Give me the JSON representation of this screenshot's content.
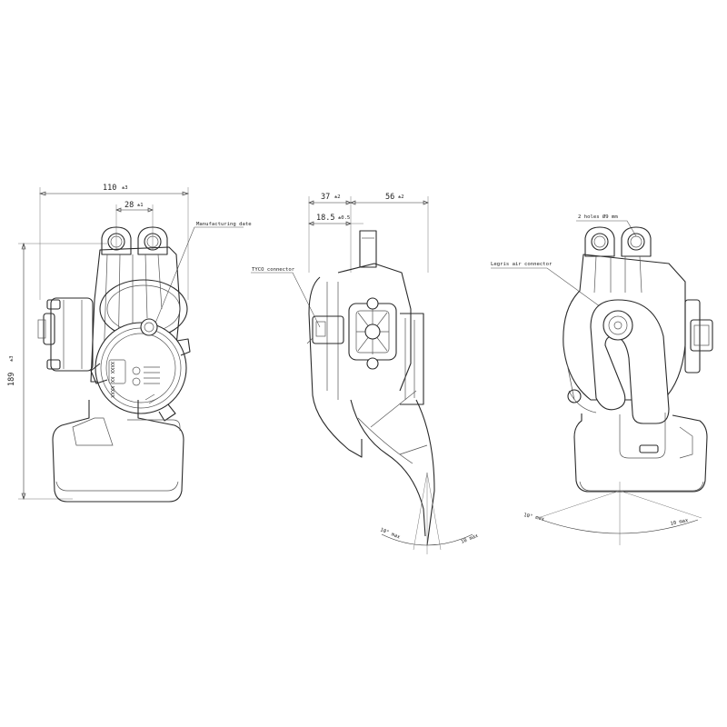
{
  "front_view": {
    "width_dim": "110",
    "width_tol": "±3",
    "inner_dim": "28",
    "inner_tol": "±1",
    "height_dim": "189",
    "height_tol": "±3",
    "note_manufacturing": "Manufacturing date"
  },
  "side_view": {
    "left_dim": "37",
    "left_tol": "±2",
    "right_dim": "56",
    "right_tol": "±2",
    "inner_dim": "18.5",
    "inner_tol": "±0.5",
    "note_connector": "TYCO connector",
    "angle_left": "10° max",
    "angle_right": "10 max"
  },
  "rear_view": {
    "note_holes": "2 holes Ø9 mm",
    "note_connector": "Legris air connector",
    "angle_left": "10° max",
    "angle_right": "10 max"
  },
  "colors": {
    "line": "#2a2a2a",
    "background": "#ffffff"
  }
}
